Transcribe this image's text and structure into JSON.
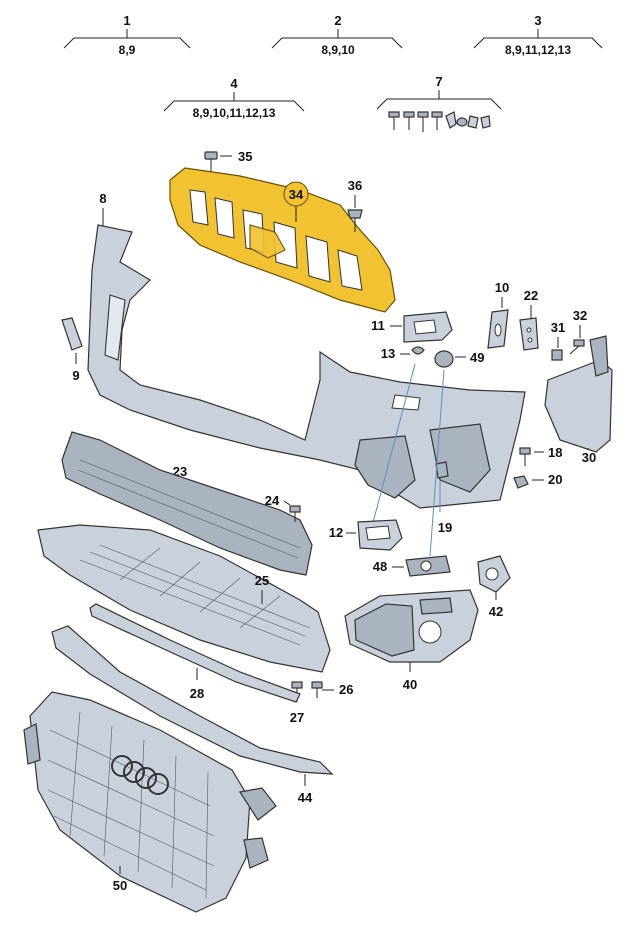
{
  "labels": {
    "1": "1",
    "2": "2",
    "3": "3",
    "4": "4",
    "7": "7",
    "8": "8",
    "9": "9",
    "10": "10",
    "11": "11",
    "12": "12",
    "13": "13",
    "18": "18",
    "19": "19",
    "20": "20",
    "22": "22",
    "23": "23",
    "24": "24",
    "25": "25",
    "26": "26",
    "27": "27",
    "28": "28",
    "30": "30",
    "31": "31",
    "32": "32",
    "34": "34",
    "35": "35",
    "36": "36",
    "40": "40",
    "42": "42",
    "44": "44",
    "48": "48",
    "49": "49",
    "50": "50"
  },
  "group_refs": {
    "g1": "8,9",
    "g2": "8,9,10",
    "g3": "8,9,11,12,13",
    "g4": "8,9,10,11,12,13"
  },
  "colors": {
    "highlight": "#f1c232",
    "part": "#c9d2dc",
    "leader_blue": "#5a8ec4"
  }
}
